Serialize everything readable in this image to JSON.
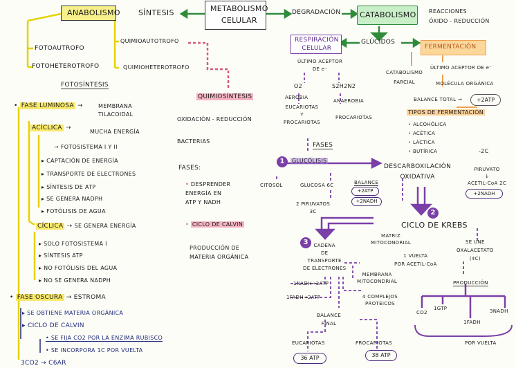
{
  "colors": {
    "green": "#2e8b3a",
    "yellow": "#e5d200",
    "purple": "#7a3fa8",
    "pink": "#e8748f",
    "orange": "#f0a050",
    "blue": "#1e2a78",
    "gray": "#9a9a9a"
  },
  "top": {
    "center": "METABOLISMO\nCELULAR",
    "anabolismo": "ANABOLISMO",
    "sintesis": "SÍNTESIS",
    "degradacion": "DEGRADACIÓN",
    "catabolismo": "CATABOLISMO",
    "reacciones": "REACCIONES\nÓXIDO - REDUCCIÓN"
  },
  "left": {
    "fotoautotrofo": "FOTOAUTROFO",
    "fotoheterotrofo": "FOTOHETEROTROFO",
    "quimioautotrofo": "QUIMIOAUTOTROFO",
    "quimioheterotrofo": "QUIMIOHETEROTROFO",
    "fotosintesis_title": "FOTOSÍNTESIS",
    "fase_luminosa": "FASE LUMINOSA",
    "membrana": "MEMBRANA\nTILACOIDAL",
    "aciclica": "ACÍCLICA",
    "mucha_energia": "MUCHA ENERGÍA",
    "fotosistema": "FOTOSISTEMA I Y II",
    "aciclica_items": [
      "CAPTACIÓN DE ENERGÍA",
      "TRANSPORTE DE ELECTRONES",
      "SÍNTESIS DE ATP",
      "SE GENERA NADPH",
      "FOTÓLISIS DE AGUA"
    ],
    "ciclica": "CÍCLICA",
    "se_genera_energia": "SE GENERA ENERGÍA",
    "ciclica_items": [
      "SOLO FOTOSISTEMA I",
      "SÍNTESIS ATP",
      "NO FOTÓLISIS DEL AGUA",
      "NO SE GENERA NADPH"
    ],
    "fase_oscura": "FASE OSCURA",
    "estroma": "ESTROMA",
    "oscura_items": [
      "SE OBTIENE MATERIA ORGÁNICA",
      "CICLO DE CALVIN"
    ],
    "calvin_items": [
      "SE FIJA CO2 POR LA ENZIMA RUBISCO",
      "SE INCORPORA 1C POR VUELTA"
    ],
    "bottom": "3CO2 → C6AR"
  },
  "middle": {
    "quimiosintesis": "QUIMIOSÍNTESIS",
    "oxidacion": "OXIDACIÓN - REDUCCIÓN",
    "bacterias": "BACTERIAS",
    "fases": "FASES:",
    "fase1": "DESPRENDER\nENERGÍA EN\nATP Y NADH",
    "ciclo_calvin": "CICLO DE CALVIN",
    "produccion": "PRODUCCIÓN DE\nMATERIA ORGÁNICA"
  },
  "right": {
    "respiracion": "RESPIRACIÓN\nCELULAR",
    "glucidos": "GLÚCIDOS",
    "fermentacion": "FERMENTACIÓN",
    "ultimo_aceptor": "ÚLTIMO ACEPTOR\nDE e⁻",
    "o2": "O2",
    "s2h2": "S2H2N2",
    "aerobia": "AEROBIA",
    "eucariotas_procariotas": "EUCARIOTAS\nY\nPROCARIOTAS",
    "anaerobia": "ANAEROBIA",
    "procariotas": "PROCARIOTAS",
    "catabolismo_parcial": "CATABOLISMO\nPARCIAL",
    "ultimo_aceptor2": "ÚLTIMO ACEPTOR DE e⁻",
    "molecula": "MOLÉCULA ORGÁNICA",
    "balance_total": "BALANCE TOTAL →",
    "balance_val": "+2ATP",
    "tipos": "TIPOS DE FERMENTACIÓN",
    "tipos_items": [
      "ALCOHÓLICA",
      "ACÉTICA",
      "LÁCTICA",
      "BUTÍRICA"
    ],
    "fases": "FASES",
    "glucolisis": "GLUCÓLISIS",
    "citosol": "CITOSOL",
    "glucosa": "GLUCOSA 6C",
    "piruvatos": "2 PIRUVATOS\n3C",
    "balance": "BALANCE",
    "b_atp": "+2ATP",
    "b_nadh": "+2NADH",
    "descarbox": "DESCARBOXILACIÓN\nOXIDATIVA",
    "menos2c": "-2C",
    "piruvato": "PIRUVATO\n↓\nACETIL-CoA 2C",
    "nadh2": "+2NADH",
    "ciclo_krebs": "CICLO DE KREBS",
    "matriz": "MATRIZ\nMITOCONDRIAL",
    "una_vuelta": "1 VUELTA\nPOR ACETIL-CoA",
    "oxalacetato": "SE UNE\nOXALACETATO\n(4C)",
    "produccion": "PRODUCCIÓN",
    "prod_items": [
      "CO2",
      "1GTP",
      "3NADH",
      "1FADH"
    ],
    "por_vuelta": "POR VUELTA",
    "cadena": "CADENA\nDE\nTRANSPORTE\nDE ELECTRONES",
    "nadh_atp": "1NADH→3ATP",
    "fadh_atp": "1FADH→2ATP",
    "membrana": "MEMBRANA\nMITOCONDRIAL",
    "complejos": "4 COMPLEJOS\nPROTEICOS",
    "balance_final": "BALANCE\nFINAL",
    "eucariotas": "EUCARIOTAS",
    "eu_val": "36 ATP",
    "procariotas2": "PROCARIOTAS",
    "pro_val": "38 ATP",
    "n1": "1",
    "n2": "2",
    "n3": "3"
  }
}
